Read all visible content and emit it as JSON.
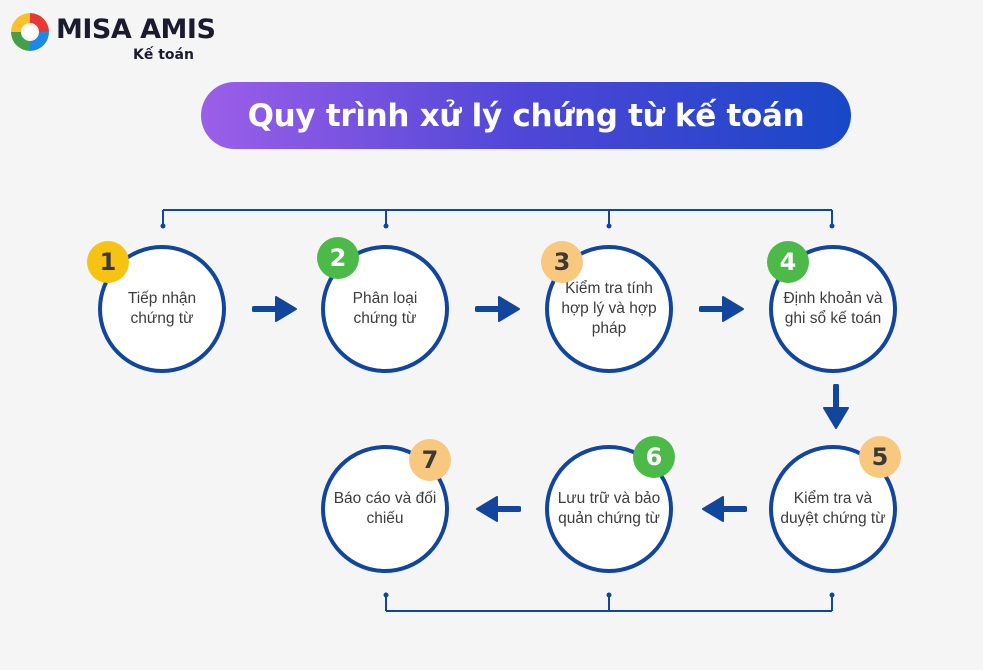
{
  "brand": {
    "name": "MISA AMIS",
    "product": "Kế toán"
  },
  "title": "Quy trình xử lý chứng từ kế toán",
  "colors": {
    "circle_border": "#12459c",
    "arrow": "#12459c",
    "badge_yellow": "#f6c313",
    "badge_green": "#4cb948",
    "badge_peach": "#f9c87f"
  },
  "steps": [
    {
      "number": "1",
      "label": "Tiếp nhận chứng từ"
    },
    {
      "number": "2",
      "label": "Phân loại chứng từ"
    },
    {
      "number": "3",
      "label": "Kiểm tra tính hợp lý và hợp pháp"
    },
    {
      "number": "4",
      "label": "Định khoản và ghi sổ kế toán"
    },
    {
      "number": "5",
      "label": "Kiểm tra và duyệt chứng từ"
    },
    {
      "number": "6",
      "label": "Lưu trữ và bảo quản chứng từ"
    },
    {
      "number": "7",
      "label": "Báo cáo và đối chiếu"
    }
  ],
  "arrow_icons": [
    {
      "icon": "arrow-right-icon"
    },
    {
      "icon": "arrow-right-icon"
    },
    {
      "icon": "arrow-right-icon"
    },
    {
      "icon": "arrow-down-icon"
    },
    {
      "icon": "arrow-left-icon"
    },
    {
      "icon": "arrow-left-icon"
    }
  ]
}
